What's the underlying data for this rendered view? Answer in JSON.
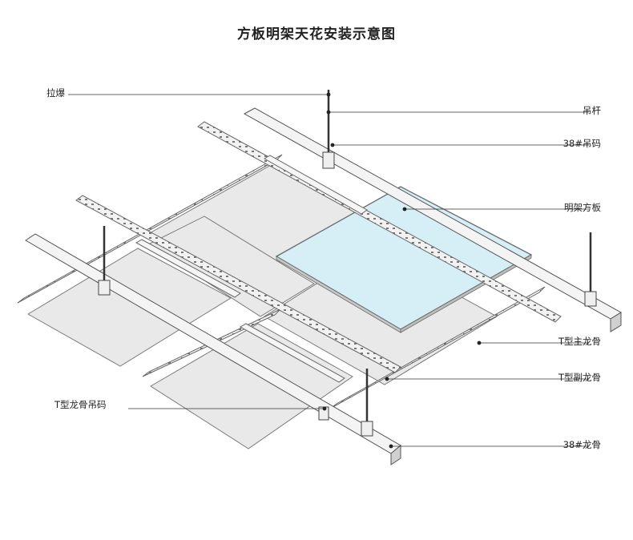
{
  "title": "方板明架天花安装示意图",
  "labels": {
    "anchor_bolt": "拉爆",
    "hanger_rod": "吊杆",
    "hanger_38": "38#吊码",
    "panel": "明架方板",
    "main_tee": "T型主龙骨",
    "cross_tee": "T型副龙骨",
    "tee_hanger": "T型龙骨吊码",
    "channel_38": "38#龙骨"
  },
  "colors": {
    "panel_fill": "#e9e9ea",
    "highlight_panel": "#d6eef6",
    "rail": "#f4f4f4",
    "stroke": "#666666"
  }
}
